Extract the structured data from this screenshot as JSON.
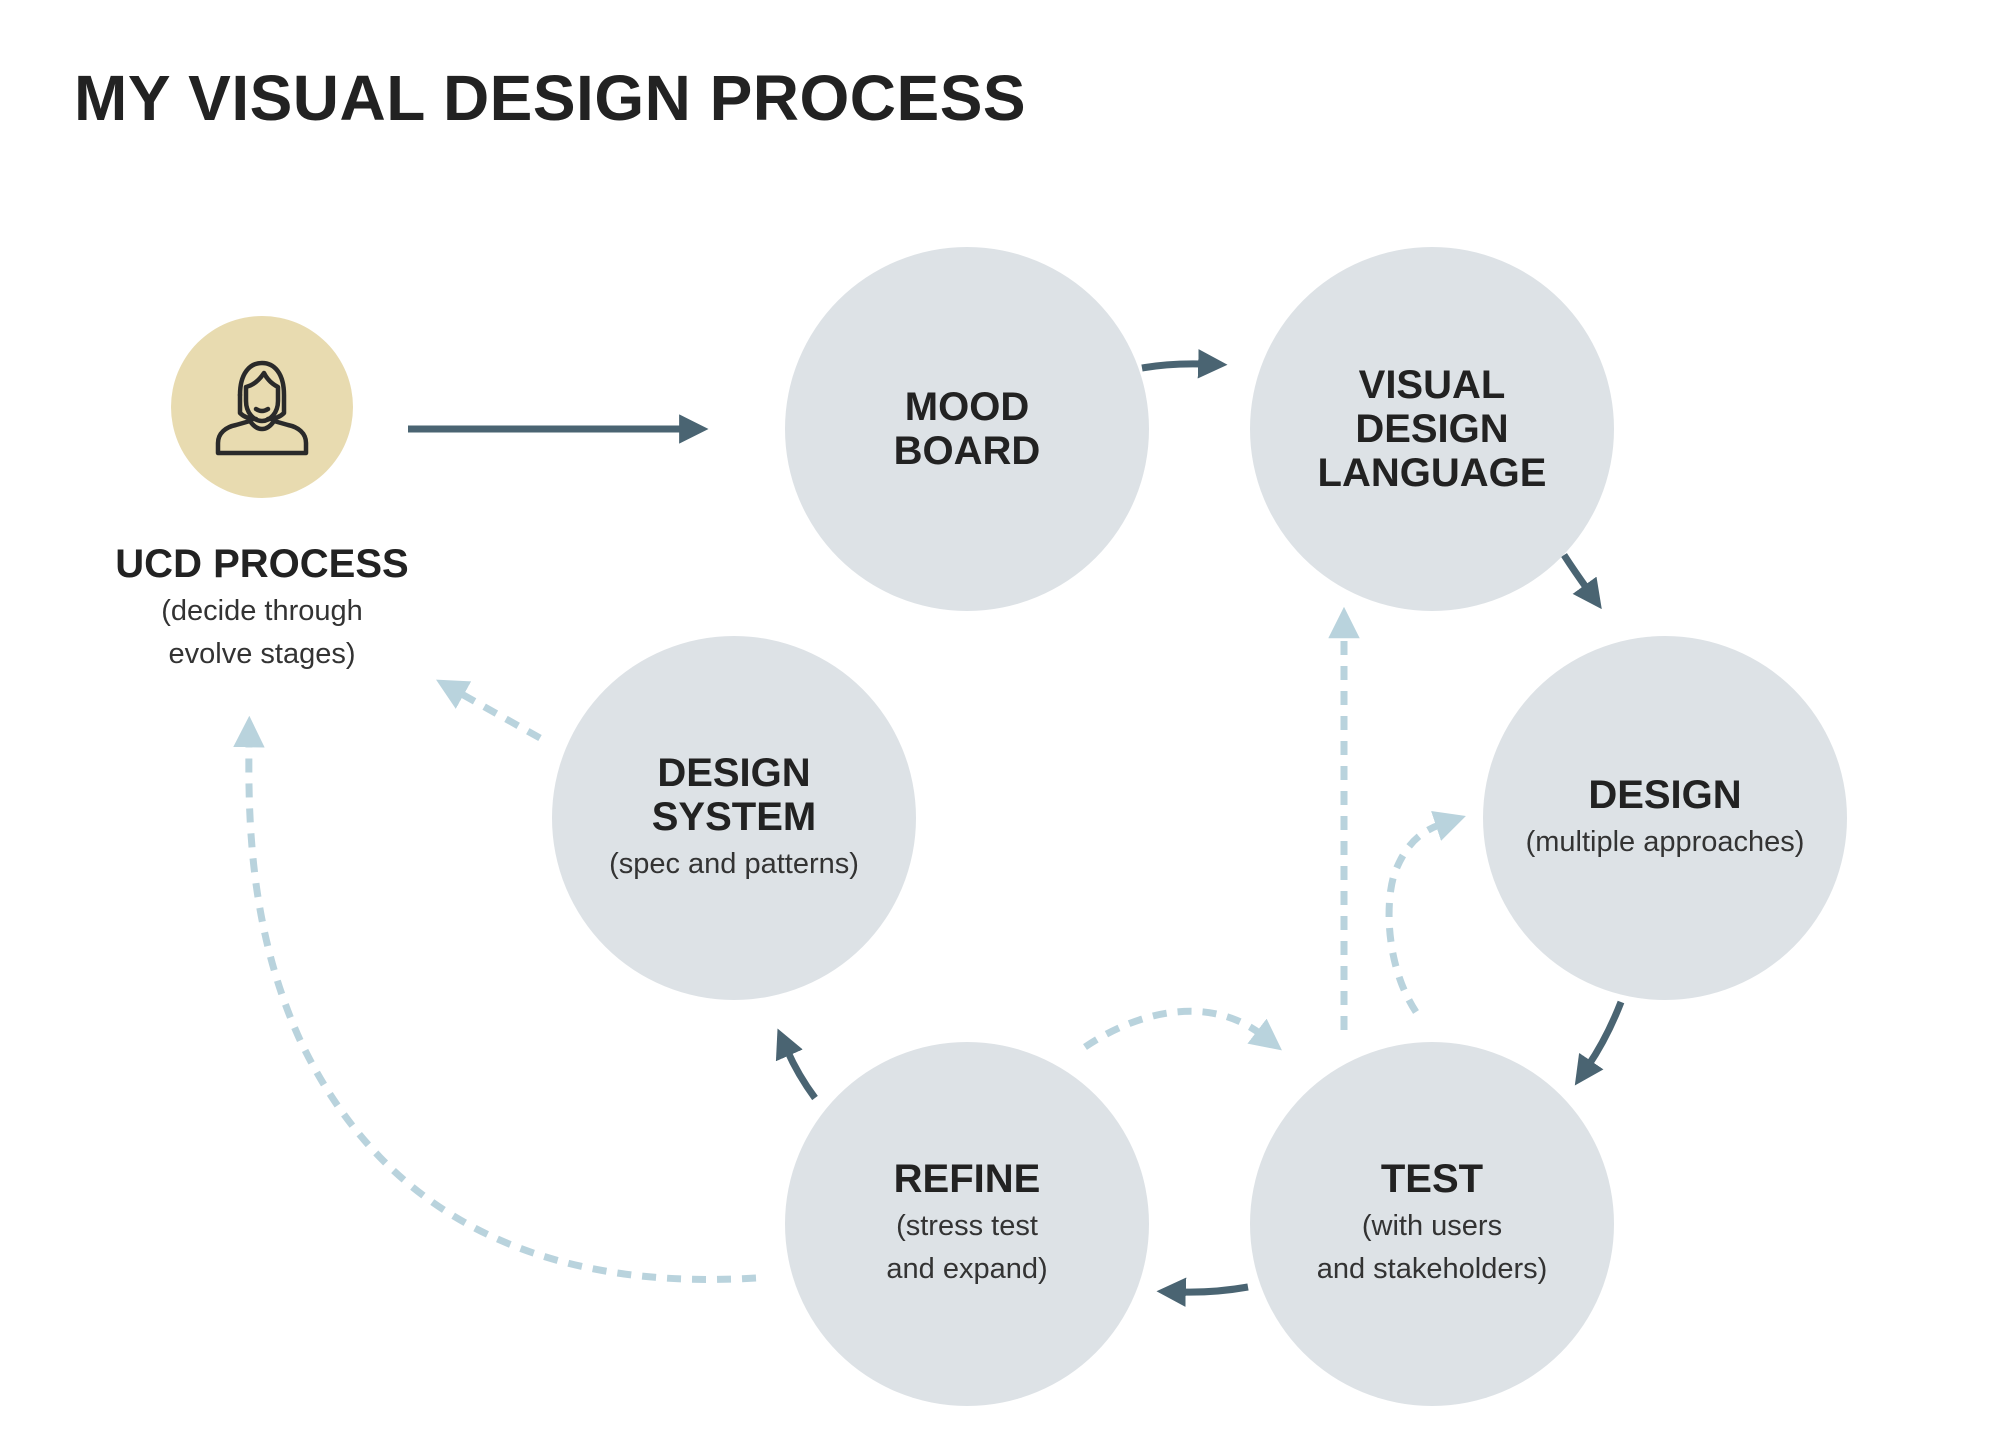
{
  "page": {
    "title": "MY VISUAL DESIGN PROCESS"
  },
  "ucd": {
    "icon": "person-icon",
    "title": "UCD PROCESS",
    "subtitle": "(decide through\nevolve stages)"
  },
  "nodes": {
    "mood_board": {
      "title": "MOOD\nBOARD",
      "subtitle": ""
    },
    "visual_design_language": {
      "title": "VISUAL\nDESIGN\nLANGUAGE",
      "subtitle": ""
    },
    "design": {
      "title": "DESIGN",
      "subtitle": "(multiple approaches)"
    },
    "test": {
      "title": "TEST",
      "subtitle": "(with users\nand stakeholders)"
    },
    "refine": {
      "title": "REFINE",
      "subtitle": "(stress test\nand expand)"
    },
    "design_system": {
      "title": "DESIGN\nSYSTEM",
      "subtitle": "(spec and patterns)"
    }
  },
  "colors": {
    "node_fill": "#dde2e6",
    "avatar_fill": "#e8dbb0",
    "primary_arrow": "#4a6472",
    "feedback_arrow": "#b9d3dd",
    "text": "#222222"
  }
}
